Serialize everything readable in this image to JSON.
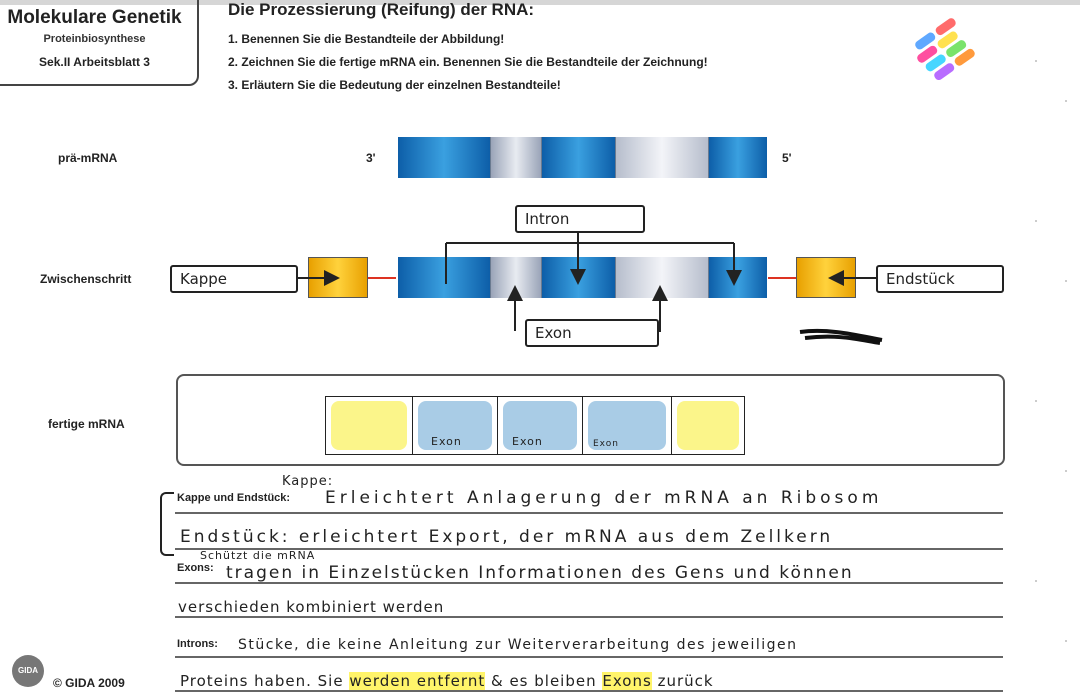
{
  "header": {
    "subject": "Molekulare Genetik",
    "topic": "Proteinbiosynthese",
    "sheet": "Sek.II  Arbeitsblatt 3"
  },
  "title": "Die Prozessierung (Reifung) der RNA:",
  "tasks": [
    "1. Benennen Sie die Bestandteile der Abbildung!",
    "2. Zeichnen Sie die fertige mRNA ein. Benennen Sie die Bestandteile der Zeichnung!",
    "3. Erläutern Sie die Bedeutung der einzelnen Bestandteile!"
  ],
  "diagram": {
    "pre_label": "prä-mRNA",
    "end3": "3'",
    "end5": "5'",
    "mid_label": "Zwischenschritt",
    "cap_label": "Kappe",
    "tail_label": "Endstück",
    "intron_label": "Intron",
    "exon_label": "Exon",
    "final_label": "fertige mRNA",
    "final_segments": [
      "",
      "Exon",
      "Exon",
      "Exon",
      ""
    ]
  },
  "colors": {
    "exon": "#1b7cc6",
    "intron": "#c9cfdc",
    "cap": "#f5b800",
    "highlight": "#fff46a",
    "drawn_yellow": "#fbf58a",
    "drawn_blue": "#a9cce6"
  },
  "answers": {
    "cap_tail_label": "Kappe und Endstück:",
    "cap_note": "Kappe:",
    "line1": "Erleichtert Anlagerung der mRNA an Ribosom",
    "line2": "Endstück: erleichtert Export, der mRNA aus dem Zellkern",
    "note": "Schützt die mRNA",
    "exons_label": "Exons:",
    "line3": "tragen in Einzelstücken Informationen des Gens und können",
    "line4": "verschieden kombiniert werden",
    "introns_label": "Introns:",
    "line5": "Stücke, die keine Anleitung zur Weiterverarbeitung des jeweiligen",
    "line6a": "Proteins haben. Sie",
    "line6b": "werden entfernt",
    "line6c": "& es bleiben",
    "line6d": "Exons",
    "line6e": "zurück"
  },
  "footer": {
    "copyright": "© GIDA 2009",
    "logo": "GIDA"
  }
}
